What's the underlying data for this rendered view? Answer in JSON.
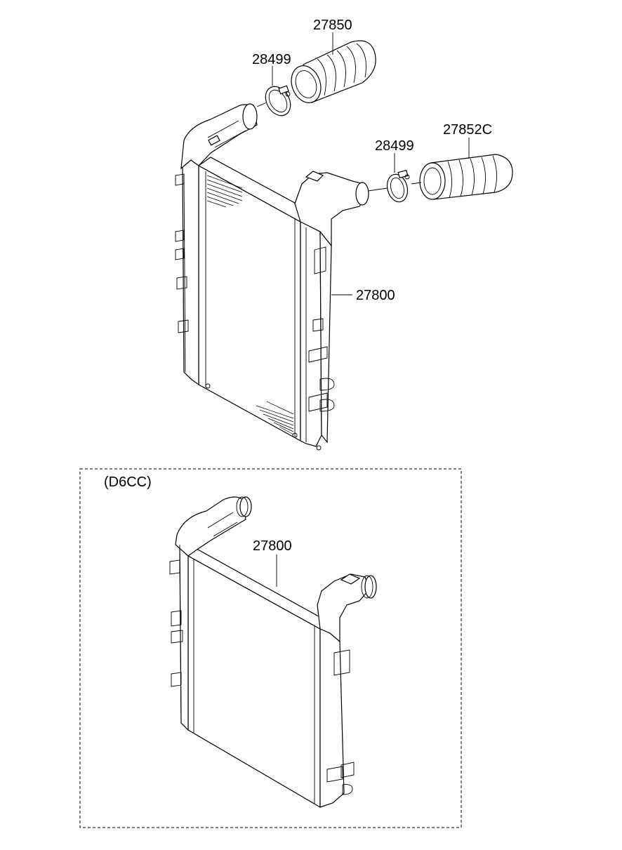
{
  "labels": {
    "hose_upper": "27850",
    "clamp_upper": "28499",
    "hose_right": "27852C",
    "clamp_right": "28499",
    "intercooler_main": "27800",
    "variant": "(D6CC)",
    "intercooler_variant": "27800"
  }
}
